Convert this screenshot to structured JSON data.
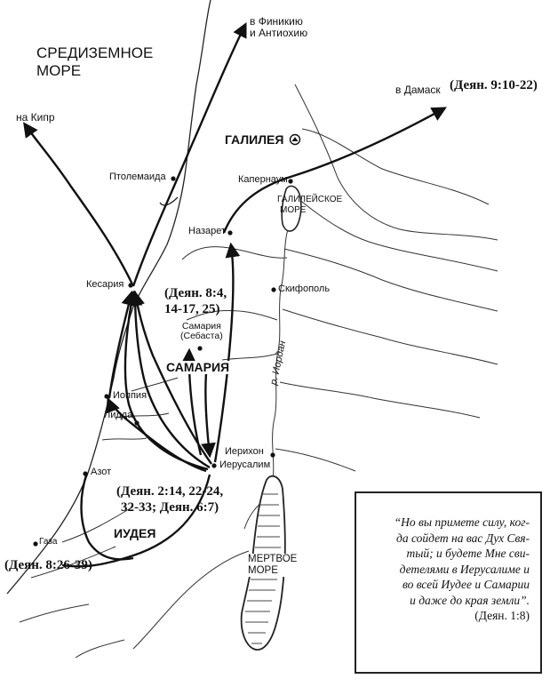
{
  "seas": {
    "mediterranean": [
      "СРЕДИЗЕМНОЕ",
      "МОРЕ"
    ],
    "galilee": [
      "ГАЛИЛЕЙСКОЕ",
      "МОРЕ"
    ],
    "dead": [
      "МЕРТВОЕ",
      "МОРЕ"
    ]
  },
  "regions": {
    "galilee": "ГАЛИЛЕЯ",
    "samaria": "САМАРИЯ",
    "judea": "ИУДЕЯ"
  },
  "cities": {
    "ptolemais": "Птолемаида",
    "capernaum": "Капернаум",
    "nazareth": "Назарет",
    "caesarea": "Кесария",
    "scythopolis": "Скифополь",
    "samaria_city": [
      "Самария",
      "(Себаста)"
    ],
    "joppa": "Иоппия",
    "lydda": "Лидда",
    "azotus": "Азот",
    "jericho": "Иерихон",
    "jerusalem": "Иерусалим",
    "gaza": "Газа"
  },
  "destinations": {
    "phoenicia": [
      "в Финикию",
      "и Антиохию"
    ],
    "damascus": "в Дамаск",
    "cyprus": "на Кипр"
  },
  "river": "р. Иордан",
  "references": {
    "damascus": "(Деян. 9:10-22)",
    "samaria": [
      "(Деян. 8:4,",
      "14-17, 25)"
    ],
    "jerusalem": [
      "(Деян. 2:14, 22-24,",
      "32-33; Деян. 6:7)"
    ],
    "gaza": "(Деян. 8:26-39)"
  },
  "quote": {
    "lines": [
      "“Но вы примете силу, ког-",
      "да сойдет на вас Дух Свя-",
      "тый; и будете Мне сви-",
      "детелями в Иерусалиме и",
      "во всей Иудее и Самарии",
      "и даже до края земли”."
    ],
    "reference": "(Деян. 1:8)"
  }
}
